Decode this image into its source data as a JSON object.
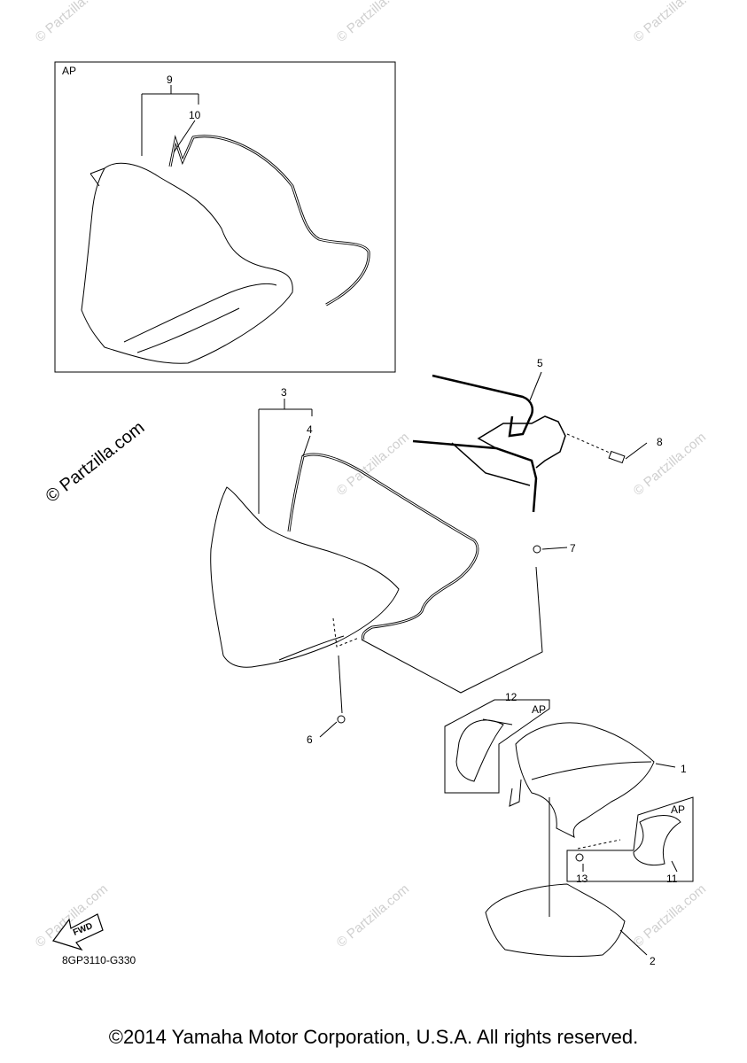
{
  "diagram": {
    "callouts": {
      "c1": "1",
      "c2": "2",
      "c3": "3",
      "c4": "4",
      "c5": "5",
      "c6": "6",
      "c7": "7",
      "c8": "8",
      "c9": "9",
      "c10": "10",
      "c11": "11",
      "c12": "12",
      "c13": "13"
    },
    "ap_labels": {
      "top": "AP",
      "mid": "AP",
      "right": "AP"
    },
    "fwd_label": "FWD",
    "part_code": "8GP3110-G330",
    "watermark_small": "© Partzilla.com",
    "watermark_large": "© Partzilla.com"
  },
  "footer": {
    "copyright": "©2014 Yamaha Motor Corporation, U.S.A. All rights reserved."
  }
}
